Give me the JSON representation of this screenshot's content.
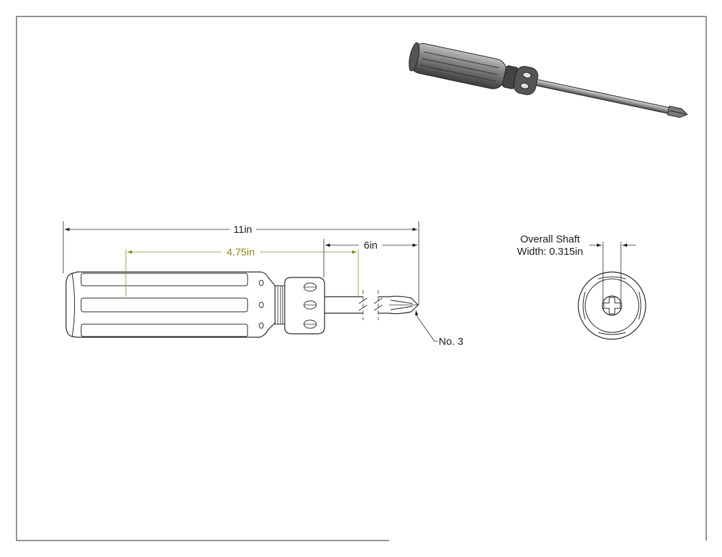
{
  "dimensions": {
    "overall_length": "11in",
    "handle_length": "4.75in",
    "shaft_length": "6in",
    "tip_size": "No. 3",
    "shaft_width_line1": "Overall Shaft",
    "shaft_width_line2": "Width: 0.315in"
  },
  "colors": {
    "line": "#222222",
    "accent_dimension": "#8a8a1a",
    "handle_fill": "#ffffff",
    "iso_body": "#6e6e6e",
    "iso_dark": "#2a2a2a"
  },
  "views": [
    "isometric-view",
    "side-view",
    "end-view"
  ]
}
